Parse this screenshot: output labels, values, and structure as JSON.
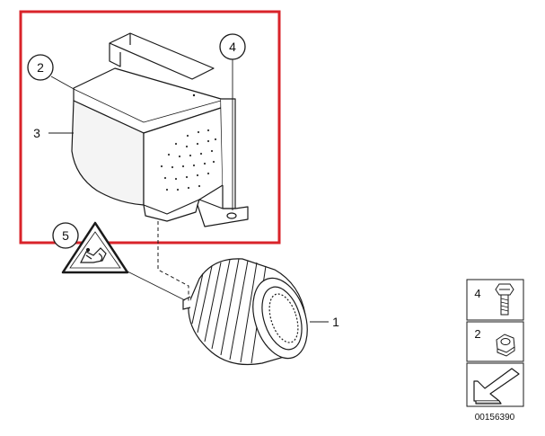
{
  "diagram": {
    "diagram_number": "00156390",
    "callouts": [
      {
        "id": "callout-1",
        "label": "1"
      },
      {
        "id": "callout-2",
        "label": "2"
      },
      {
        "id": "callout-3",
        "label": "3"
      },
      {
        "id": "callout-4",
        "label": "4"
      },
      {
        "id": "callout-5",
        "label": "5"
      }
    ],
    "legend": [
      {
        "label": "4",
        "icon": "bolt-icon"
      },
      {
        "label": "2",
        "icon": "hex-nut-icon"
      },
      {
        "label": "",
        "icon": "arrow-icon"
      }
    ],
    "colors": {
      "highlight": "#d9232a",
      "line": "#1a1a1a",
      "shade": "#f2f2f2"
    }
  }
}
